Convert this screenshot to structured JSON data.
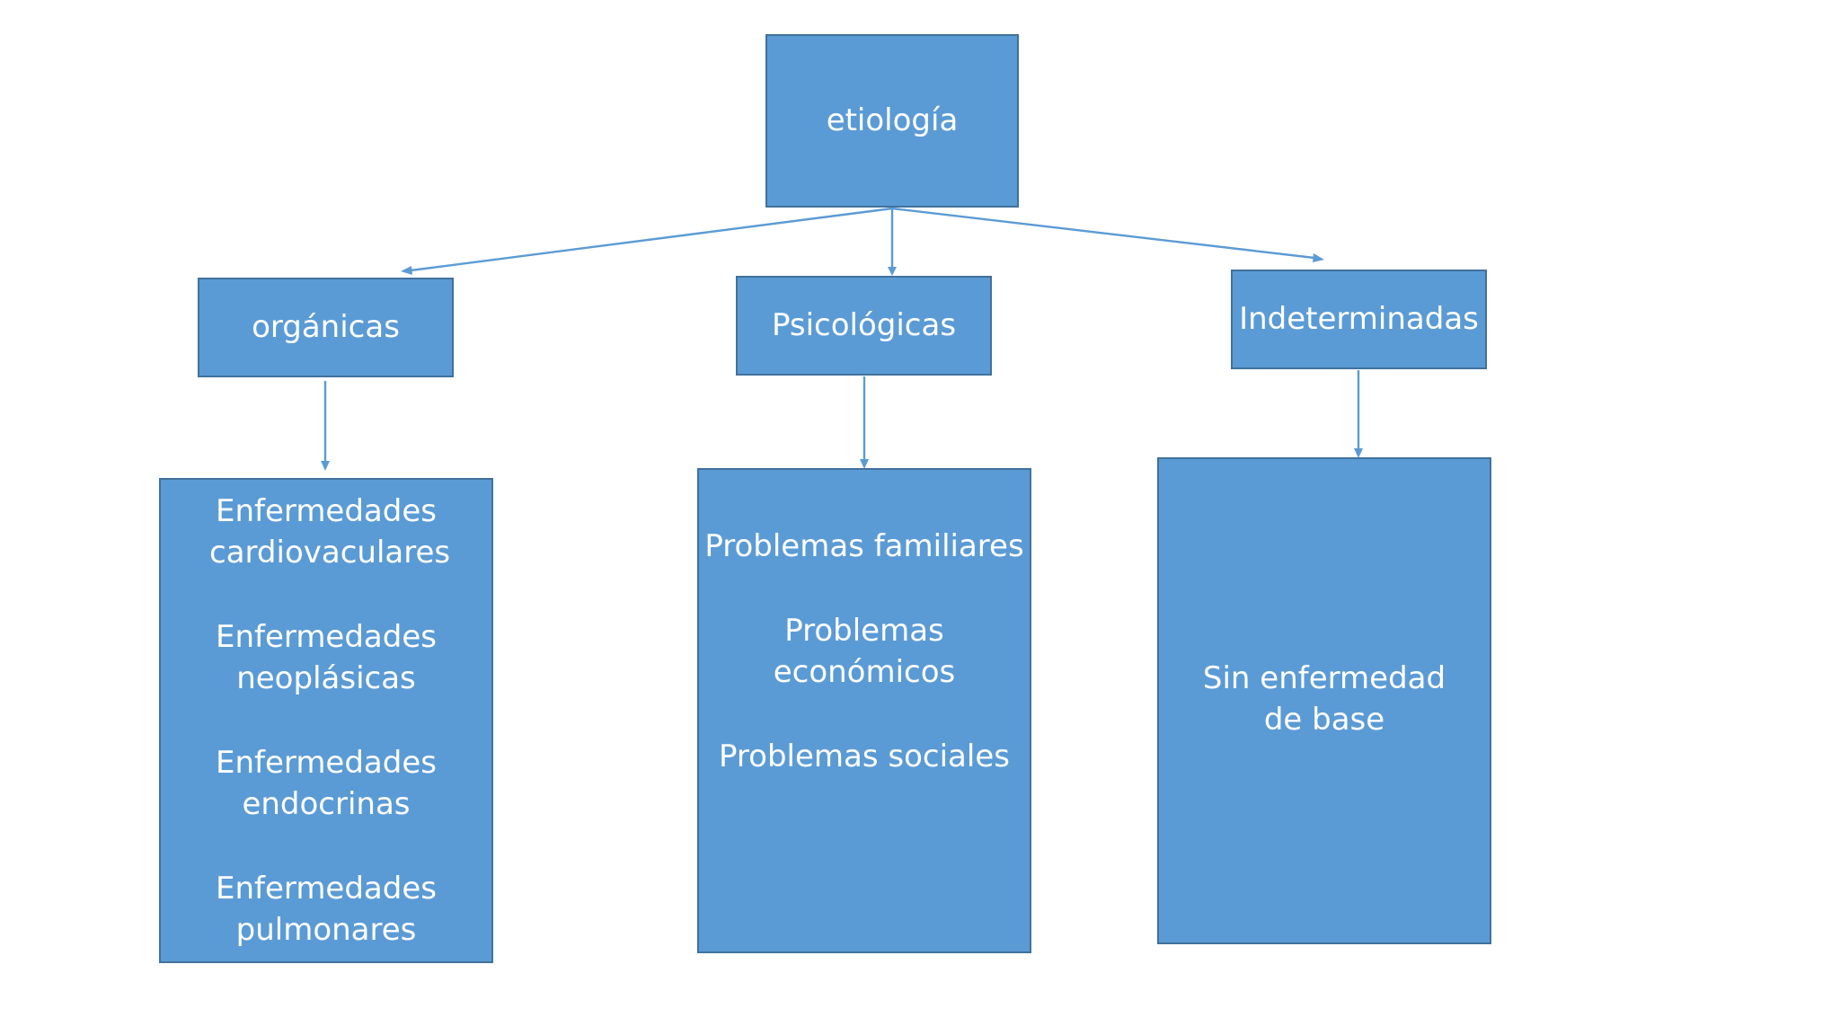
{
  "diagram": {
    "root": {
      "label": "etiología"
    },
    "categories": [
      {
        "id": "org",
        "label": "orgánicas",
        "items": [
          "Enfermedades cardiovaculares",
          "Enfermedades neoplásicas",
          "Enfermedades endocrinas",
          "Enfermedades pulmonares"
        ]
      },
      {
        "id": "psi",
        "label": "Psicológicas",
        "items": [
          "Problemas familiares",
          "Problemas económicos",
          "Problemas sociales"
        ]
      },
      {
        "id": "ind",
        "label": "Indeterminadas",
        "items": [
          "Sin enfermedad de base"
        ]
      }
    ],
    "colors": {
      "box_fill": "#5b9bd5",
      "box_border": "#41719c",
      "connector": "#5b9bd5",
      "text": "#ffffff"
    }
  }
}
